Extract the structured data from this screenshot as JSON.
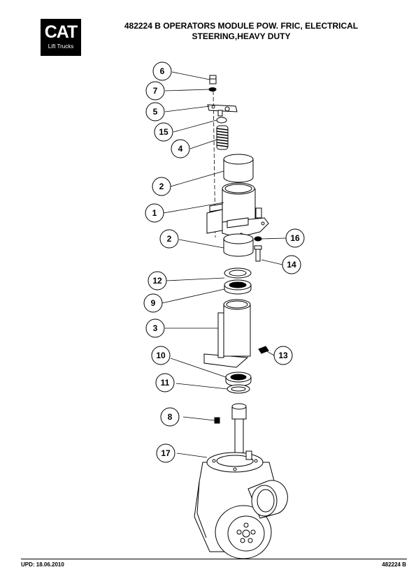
{
  "logo": {
    "brand": "CAT",
    "subtitle": "Lift Trucks"
  },
  "header": {
    "title_line1": "482224 B  OPERATORS MODULE POW. FRIC, ELECTRICAL",
    "title_line2": "STEERING,HEAVY DUTY"
  },
  "diagram": {
    "callouts": [
      "6",
      "7",
      "5",
      "15",
      "4",
      "2",
      "1",
      "2",
      "16",
      "14",
      "12",
      "9",
      "3",
      "13",
      "10",
      "11",
      "8",
      "17"
    ]
  },
  "footer": {
    "updated": "UPD: 18.06.2010",
    "code": "482224 B"
  }
}
